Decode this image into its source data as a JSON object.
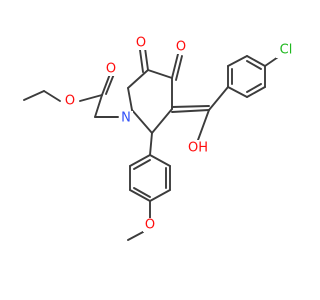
{
  "molecule": {
    "atom_labels": {
      "chlorine": "Cl",
      "hydroxyl": "OH",
      "ring_nitrogen": "N",
      "ketone_o_1": "O",
      "ketone_o_2": "O",
      "ester_carbonyl_o": "O",
      "ester_ether_o": "O",
      "methoxy_o": "O"
    },
    "colors": {
      "bond": "#3c3c3c",
      "oxygen": "#ff0d0d",
      "nitrogen": "#3050f8",
      "chlorine": "#1fb81f"
    }
  }
}
